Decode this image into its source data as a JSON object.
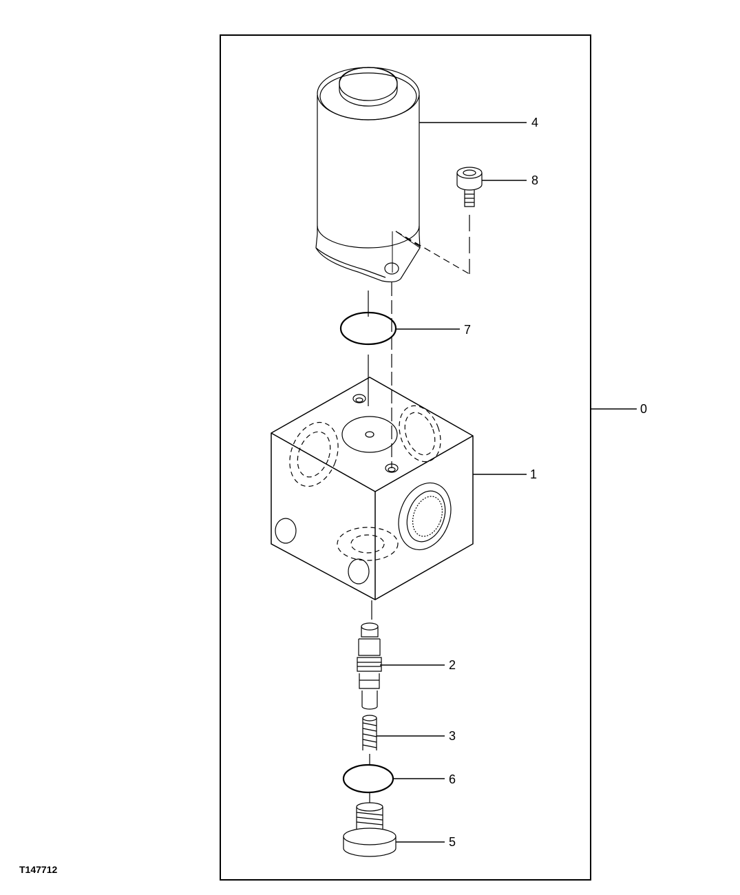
{
  "figure": {
    "id_label": "T147712"
  },
  "callouts": [
    {
      "number": "0",
      "part": "assembly"
    },
    {
      "number": "1",
      "part": "valve-block"
    },
    {
      "number": "2",
      "part": "spool"
    },
    {
      "number": "3",
      "part": "spring"
    },
    {
      "number": "4",
      "part": "solenoid"
    },
    {
      "number": "5",
      "part": "plug"
    },
    {
      "number": "6",
      "part": "o-ring-lower"
    },
    {
      "number": "7",
      "part": "o-ring-upper"
    },
    {
      "number": "8",
      "part": "cap-screw"
    }
  ],
  "colors": {
    "line": "#000000",
    "background": "#ffffff"
  }
}
